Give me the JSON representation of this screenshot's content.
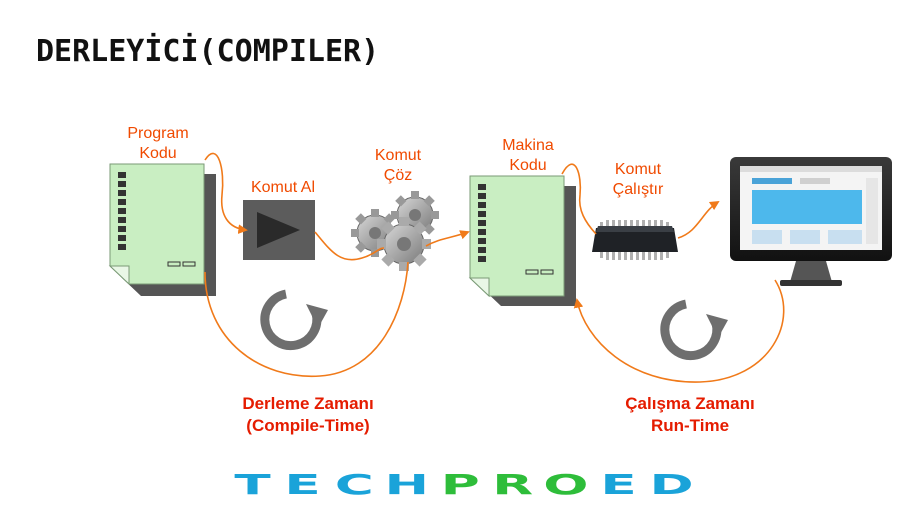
{
  "title": "DERLEYİCİ(COMPILER)",
  "labels": {
    "program_kodu": [
      "Program",
      "Kodu"
    ],
    "komut_al": "Komut Al",
    "komut_coz": [
      "Komut",
      "Çöz"
    ],
    "makina_kodu": [
      "Makina",
      "Kodu"
    ],
    "komut_calistir": [
      "Komut",
      "Çalıştır"
    ],
    "derleme_zamani": [
      "Derleme Zamanı",
      "(Compile-Time)"
    ],
    "calisma_zamani": [
      "Çalışma Zamanı",
      "Run-Time"
    ]
  },
  "logo": {
    "letters": [
      "T",
      "E",
      "C",
      "H",
      "P",
      "R",
      "O",
      "E",
      "D"
    ],
    "colors": [
      "#1aa3d9",
      "#1aa3d9",
      "#1aa3d9",
      "#1aa3d9",
      "#2ebd3a",
      "#2ebd3a",
      "#2ebd3a",
      "#1aa3d9",
      "#1aa3d9"
    ]
  },
  "colors": {
    "accent": "#f07a1a",
    "label": "#f04a00",
    "document": "#c9eec2",
    "chip": "#1f2226",
    "cycle": "#6e6e6e"
  }
}
